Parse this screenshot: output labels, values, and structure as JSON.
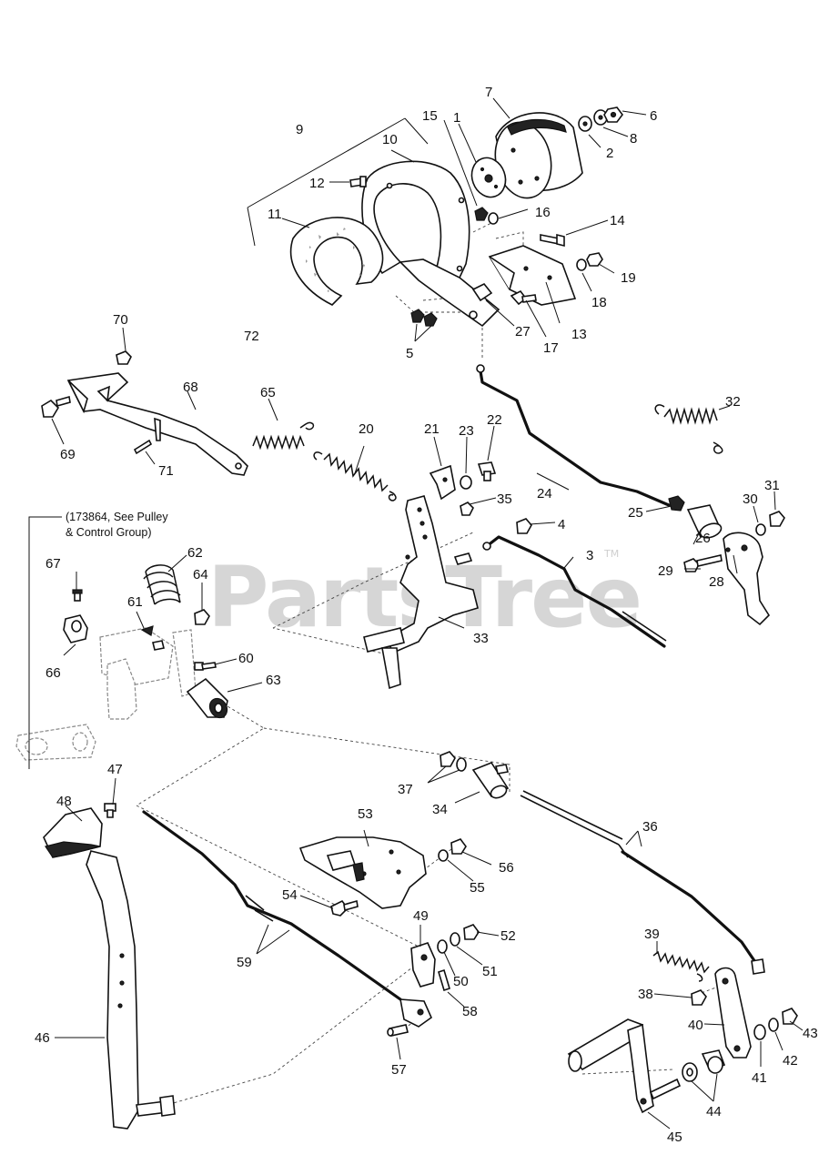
{
  "watermark": {
    "text": "PartsTree",
    "trademark": "TM"
  },
  "note": {
    "line1": "(173864, See Pulley",
    "line2": "& Control Group)"
  },
  "callouts": {
    "c1": "1",
    "c2": "2",
    "c3": "3",
    "c4": "4",
    "c5": "5",
    "c6": "6",
    "c7": "7",
    "c8": "8",
    "c9": "9",
    "c10": "10",
    "c11": "11",
    "c12": "12",
    "c13": "13",
    "c14": "14",
    "c15": "15",
    "c16": "16",
    "c17": "17",
    "c18": "18",
    "c19": "19",
    "c20": "20",
    "c21": "21",
    "c22": "22",
    "c23": "23",
    "c24": "24",
    "c25": "25",
    "c26": "26",
    "c27": "27",
    "c28": "28",
    "c29": "29",
    "c30": "30",
    "c31": "31",
    "c32": "32",
    "c33": "33",
    "c34": "34",
    "c35": "35",
    "c36": "36",
    "c37": "37",
    "c38": "38",
    "c39": "39",
    "c40": "40",
    "c41": "41",
    "c42": "42",
    "c43": "43",
    "c44": "44",
    "c45": "45",
    "c46": "46",
    "c47": "47",
    "c48": "48",
    "c49": "49",
    "c50": "50",
    "c51": "51",
    "c52": "52",
    "c53": "53",
    "c54": "54",
    "c55": "55",
    "c56": "56",
    "c57": "57",
    "c58": "58",
    "c59": "59",
    "c60": "60",
    "c61": "61",
    "c62": "62",
    "c63": "63",
    "c64": "64",
    "c65": "65",
    "c66": "66",
    "c67": "67",
    "c68": "68",
    "c69": "69",
    "c70": "70",
    "c71": "71",
    "c72": "72"
  }
}
